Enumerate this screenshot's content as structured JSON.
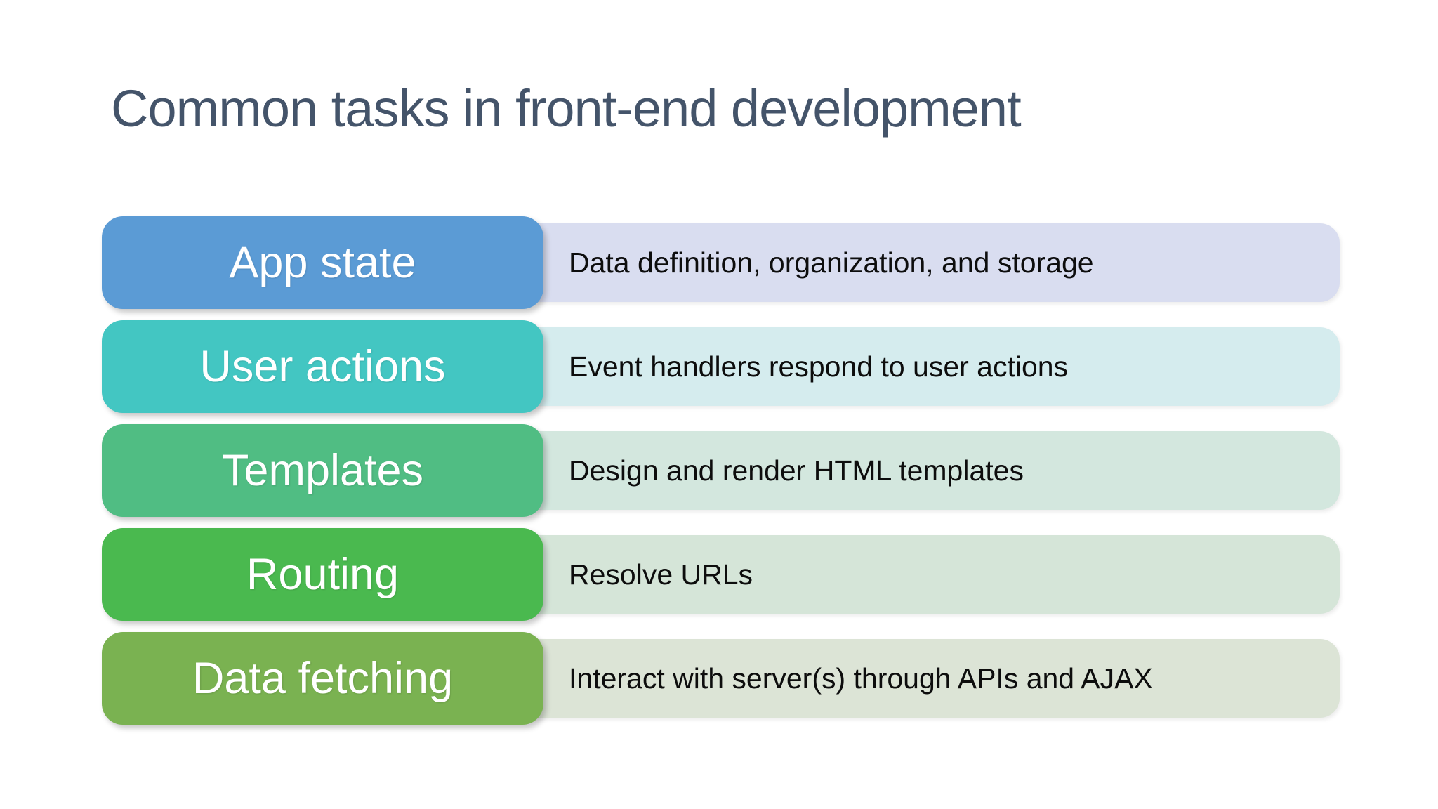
{
  "slide": {
    "title": "Common tasks in front-end development",
    "colors": {
      "background": "#FFFFFF",
      "title_text": "#44546A",
      "label_text": "#FFFFFF",
      "description_text": "#0D0D0D"
    },
    "rows": [
      {
        "label": "App state",
        "description": "Data definition, organization, and storage",
        "label_color": "#5B9BD5",
        "bar_color": "#D9DDF0"
      },
      {
        "label": "User actions",
        "description": "Event handlers respond to user actions",
        "label_color": "#43C6C2",
        "bar_color": "#D5ECEE"
      },
      {
        "label": "Templates",
        "description": "Design and render HTML templates",
        "label_color": "#50BD83",
        "bar_color": "#D3E7DE"
      },
      {
        "label": "Routing",
        "description": "Resolve URLs",
        "label_color": "#4AB94F",
        "bar_color": "#D5E5D8"
      },
      {
        "label": "Data fetching",
        "description": "Interact with server(s) through APIs and AJAX",
        "label_color": "#7AB251",
        "bar_color": "#DCE4D6"
      }
    ]
  }
}
